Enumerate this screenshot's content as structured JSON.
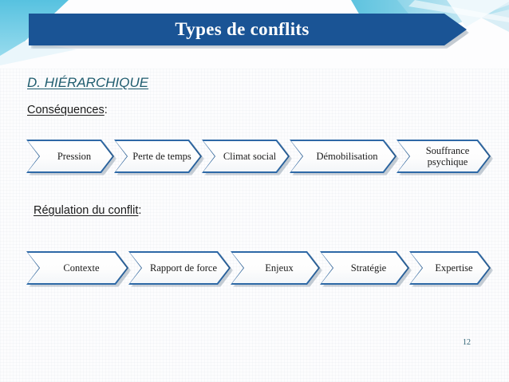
{
  "slide": {
    "title": "Types de conflits",
    "page_number": "12",
    "accent_color": "#1a5495",
    "heading_color": "#1f5c6e",
    "chevron_border_color": "#22588f",
    "chevron_fill_color": "#ffffff",
    "background_color": "#fdfdfe"
  },
  "section": {
    "heading": "D. HIÉRARCHIQUE"
  },
  "consequences": {
    "label_text": "Conséquences",
    "label_suffix": ":",
    "items": [
      {
        "label": "Pression"
      },
      {
        "label": "Perte de temps"
      },
      {
        "label": "Climat social"
      },
      {
        "label": "Démobilisation"
      },
      {
        "label": "Souffrance psychique"
      }
    ]
  },
  "regulation": {
    "label_text": "Régulation du conflit",
    "label_suffix": ":",
    "items": [
      {
        "label": "Contexte"
      },
      {
        "label": "Rapport de force"
      },
      {
        "label": "Enjeux"
      },
      {
        "label": "Stratégie"
      },
      {
        "label": "Expertise"
      }
    ]
  }
}
